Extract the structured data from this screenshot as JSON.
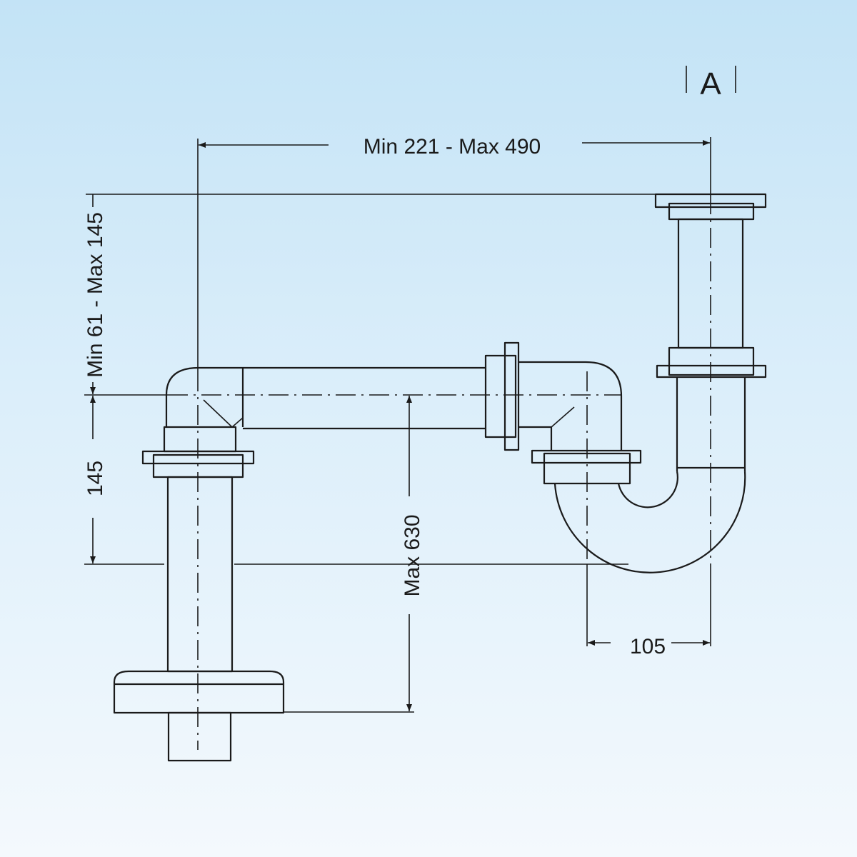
{
  "title": "A",
  "dimensions": {
    "width_range": "Min 221 - Max 490",
    "height_range": "Min 61 - Max 145",
    "lower_height": "145",
    "max_height": "Max 630",
    "offset": "105"
  }
}
